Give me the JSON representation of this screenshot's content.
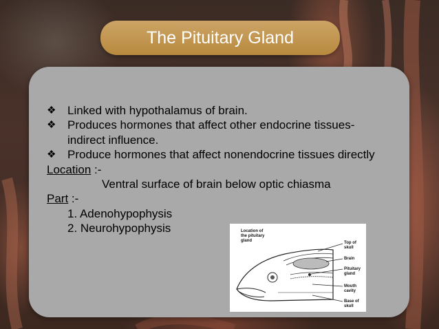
{
  "slide": {
    "title": "The Pituitary Gland",
    "bullets": [
      "Linked with hypothalamus of brain.",
      "Produces hormones that affect other endocrine tissues-indirect influence.",
      "Produce hormones that affect nonendocrine tissues directly"
    ],
    "bullet_symbol": "❖",
    "location_heading": "Location",
    "location_suffix": " :-",
    "location_text": "Ventral surface of brain below optic chiasma",
    "part_heading": "Part",
    "part_suffix": " :-",
    "parts": [
      "1.  Adenohypophysis",
      "2.  Neurohypophysis"
    ]
  },
  "figure": {
    "caption": "Location of the pituitary gland",
    "labels": [
      "Top of skull",
      "Brain",
      "Pituitary gland",
      "Mouth cavity",
      "Base of skull"
    ]
  },
  "colors": {
    "title_bar": "#c49a55",
    "panel": "#a9a9a9",
    "title_text": "#ffffff"
  }
}
